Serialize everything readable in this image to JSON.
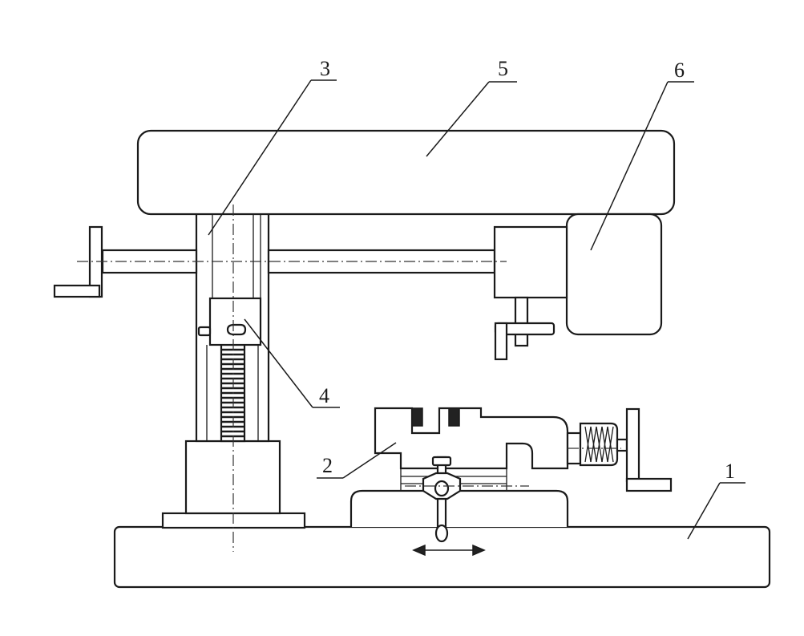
{
  "callouts": {
    "base": "1",
    "vise": "2",
    "column": "3",
    "clamp_block": "4",
    "arm": "5",
    "head": "6"
  }
}
